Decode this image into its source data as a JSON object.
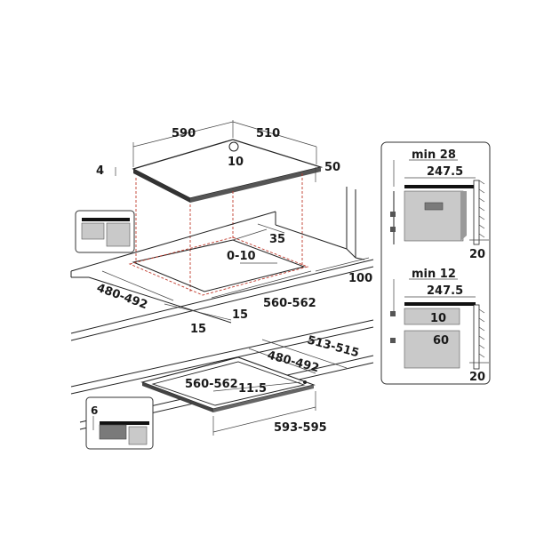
{
  "top_view": {
    "width_label": "590",
    "depth_label": "510",
    "thickness_label": "4",
    "center_label": "10",
    "height_label": "50"
  },
  "cutout_view": {
    "inner_depth_label": "35",
    "offset_label": "0-10",
    "counter_depth_label": "100",
    "cut_depth_label": "480-492",
    "cut_width_label": "560-562",
    "left_margin_label": "15",
    "front_margin_label": "15"
  },
  "flush_view": {
    "outer_depth_label": "513-515",
    "inner_depth_label": "480-492",
    "inner_width_label": "560-562",
    "rebate_label": "11.5",
    "outer_width_label": "593-595",
    "rebate_depth_label": "6"
  },
  "side_panel_top": {
    "min_label": "min 28",
    "depth_label": "247.5",
    "wall_gap_label": "20"
  },
  "side_panel_bottom": {
    "min_label": "min 12",
    "depth_label": "247.5",
    "gap_label": "10",
    "space_label": "60",
    "wall_gap_label": "20"
  },
  "colors": {
    "line": "#222222",
    "cutout_dashes": "#c0392b",
    "fill_grey": "#c9c9c9"
  }
}
